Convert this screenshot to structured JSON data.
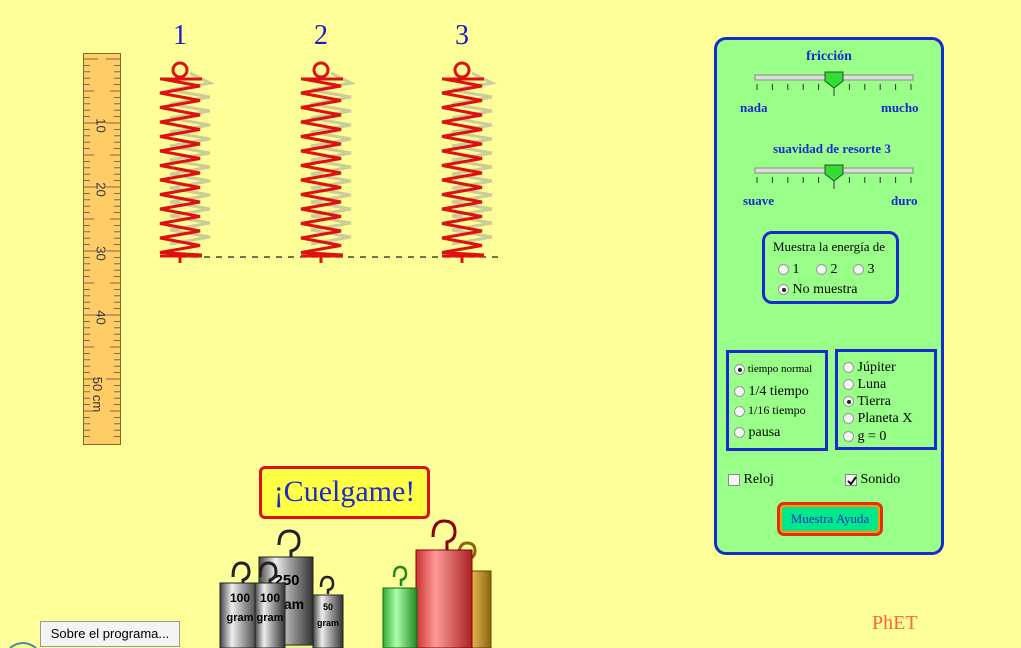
{
  "springs": [
    {
      "label": "1"
    },
    {
      "label": "2"
    },
    {
      "label": "3"
    }
  ],
  "ruler": {
    "ticks": [
      "10",
      "20",
      "30",
      "40",
      "50 cm"
    ]
  },
  "friction": {
    "title": "fricción",
    "min_label": "nada",
    "max_label": "mucho",
    "value_fraction": 0.5
  },
  "softness": {
    "title": "suavidad de resorte 3",
    "min_label": "suave",
    "max_label": "duro",
    "value_fraction": 0.5
  },
  "energy": {
    "title": "Muestra la energía de",
    "options": [
      "1",
      "2",
      "3"
    ],
    "none_label": "No muestra",
    "selected": "No muestra"
  },
  "time": {
    "options": [
      "tiempo normal",
      "1/4 tiempo",
      "1/16 tiempo",
      "pausa"
    ],
    "selected": "tiempo normal"
  },
  "gravity": {
    "options": [
      "Júpiter",
      "Luna",
      "Tierra",
      "Planeta X",
      "g = 0"
    ],
    "selected": "Tierra"
  },
  "checkboxes": {
    "clock_label": "Reloj",
    "clock_checked": false,
    "sound_label": "Sonido",
    "sound_checked": true
  },
  "help_button": "Muestra Ayuda",
  "hang_label": "¡Cuelgame!",
  "masses": {
    "m100_value": "100",
    "m100_unit": "gram",
    "m250_value": "250",
    "m250_unit": "gram",
    "m50_value": "50",
    "m50_unit": "gram"
  },
  "about_button": "Sobre el programa...",
  "logo": "PhET",
  "colors": {
    "background": "#ffff99",
    "panel": "#99ff88",
    "panel_border": "#1a2acc",
    "spring": "#dd1111",
    "accent_text": "#1a2acc"
  }
}
